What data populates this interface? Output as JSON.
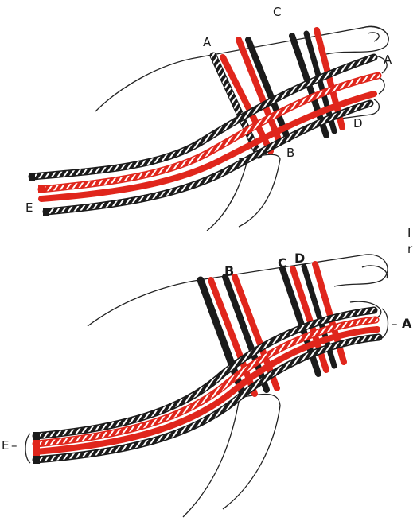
{
  "colors": {
    "cord_black": "#1b1b1b",
    "cord_red": "#e0261c",
    "outline": "#222222",
    "background": "#ffffff"
  },
  "panel_top": {
    "labels": {
      "a_left": "A",
      "c_top": "C",
      "a_right": "A",
      "b_bottom": "B",
      "d_right": "D",
      "e_left": "E"
    }
  },
  "panel_bottom": {
    "labels": {
      "b": "B",
      "c": "C",
      "d": "D",
      "a_right": "A",
      "e_left": "E"
    },
    "leaders": {
      "a": "–",
      "e": "–"
    }
  },
  "edge_marks": {
    "top": "I",
    "bottom": "r"
  }
}
